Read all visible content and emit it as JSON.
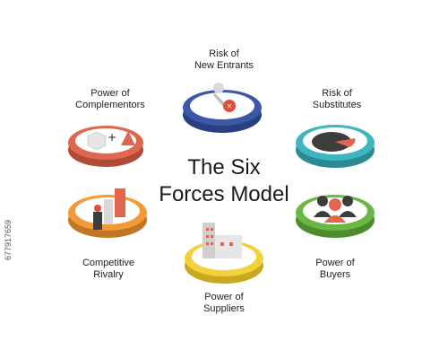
{
  "title": "The Six\nForces Model",
  "forces": [
    {
      "id": "new-entrants",
      "label": "Risk of\nNew Entrants",
      "color": "#3b57a8",
      "icon": "person-pin-icon"
    },
    {
      "id": "complementors",
      "label": "Power of\nComplementors",
      "color": "#e0664e",
      "icon": "shapes-plus-icon"
    },
    {
      "id": "substitutes",
      "label": "Risk of\nSubstitutes",
      "color": "#3fb5c0",
      "icon": "pie-chart-icon"
    },
    {
      "id": "rivalry",
      "label": "Competitive\nRivalry",
      "color": "#f29a38",
      "icon": "buildings-icon"
    },
    {
      "id": "buyers",
      "label": "Power of\nBuyers",
      "color": "#6ab744",
      "icon": "people-group-icon"
    },
    {
      "id": "suppliers",
      "label": "Power of\nSuppliers",
      "color": "#f2d13a",
      "icon": "factory-icon"
    }
  ],
  "stock_id": "677917659"
}
